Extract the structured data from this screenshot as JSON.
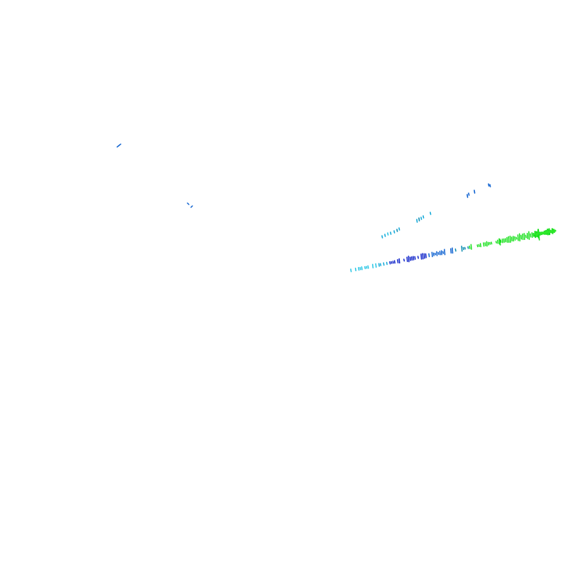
{
  "scene": {
    "background": "#ffffff",
    "palette": {
      "dark_blue": "#0a1fc8",
      "mid_blue": "#0a5fd0",
      "cyan": "#10a8d8",
      "light_cyan": "#22c4e4",
      "teal": "#0a8ab0",
      "green": "#16e01a",
      "lime": "#2ee82a"
    },
    "objects": [
      {
        "name": "fragment-top-left",
        "color": "mid_blue"
      },
      {
        "name": "fragment-mid-left",
        "color": "mid_blue"
      },
      {
        "name": "upper-dotted-trail",
        "color": "cyan"
      },
      {
        "name": "main-streak",
        "color": "dark_blue"
      },
      {
        "name": "green-streak-end",
        "color": "green"
      }
    ]
  }
}
